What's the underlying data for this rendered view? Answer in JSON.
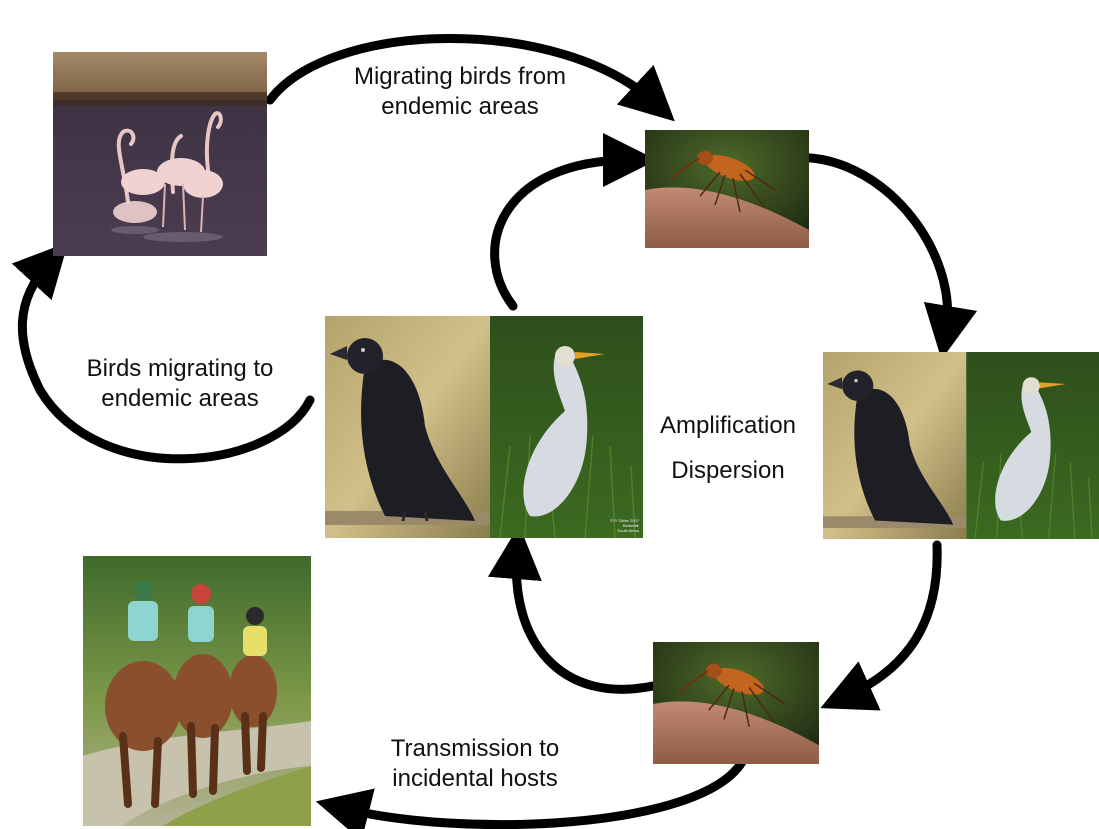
{
  "labels": {
    "migrating_from": [
      "Migrating birds from",
      "endemic areas"
    ],
    "migrating_to": [
      "Birds migrating to",
      "endemic areas"
    ],
    "amplification": "Amplification",
    "dispersion": "Dispersion",
    "transmission": [
      "Transmission to",
      "incidental hosts"
    ]
  },
  "photo_credit_lines": [
    "© P. Gibbs 2007",
    "Birdsville",
    "South Africa"
  ],
  "colors": {
    "arrow": "#000000",
    "background": "#ffffff"
  }
}
